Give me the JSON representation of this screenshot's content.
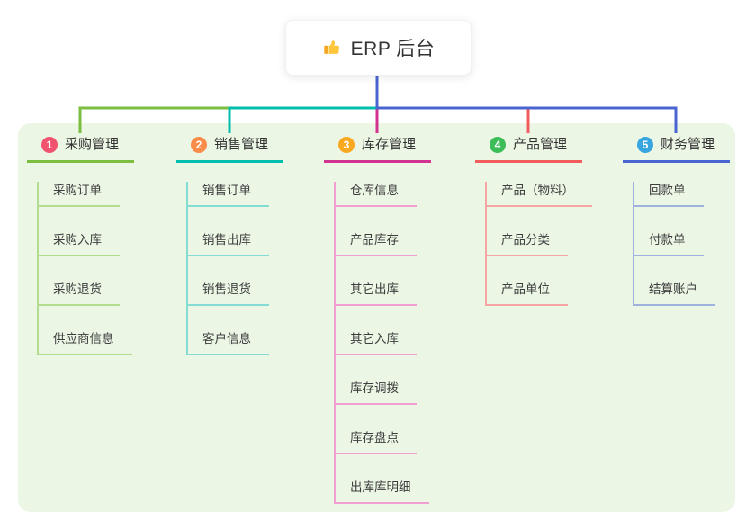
{
  "root": {
    "title": "ERP 后台",
    "icon": "thumbs-up-icon"
  },
  "panel_bg": "#EBF6E5",
  "branches": [
    {
      "badge": "1",
      "badge_color": "#F0536D",
      "title": "采购管理",
      "color": "#7CBE3F",
      "light_color": "#B2DC8E",
      "children": [
        "采购订单",
        "采购入库",
        "采购退货",
        "供应商信息"
      ]
    },
    {
      "badge": "2",
      "badge_color": "#FA8C49",
      "title": "销售管理",
      "color": "#00BEAD",
      "light_color": "#85DCD3",
      "children": [
        "销售订单",
        "销售出库",
        "销售退货",
        "客户信息"
      ]
    },
    {
      "badge": "3",
      "badge_color": "#F9A920",
      "title": "库存管理",
      "color": "#D23390",
      "light_color": "#F09FCE",
      "children": [
        "仓库信息",
        "产品库存",
        "其它出库",
        "其它入库",
        "库存调拨",
        "库存盘点",
        "出库库明细"
      ]
    },
    {
      "badge": "4",
      "badge_color": "#3DBD58",
      "title": "产品管理",
      "color": "#F25C5C",
      "light_color": "#F6A5A5",
      "children": [
        "产品（物料）",
        "产品分类",
        "产品单位"
      ]
    },
    {
      "badge": "5",
      "badge_color": "#38A5DE",
      "title": "财务管理",
      "color": "#4A64D2",
      "light_color": "#9FB1DF",
      "children": [
        "回款单",
        "付款单",
        "结算账户"
      ]
    }
  ]
}
